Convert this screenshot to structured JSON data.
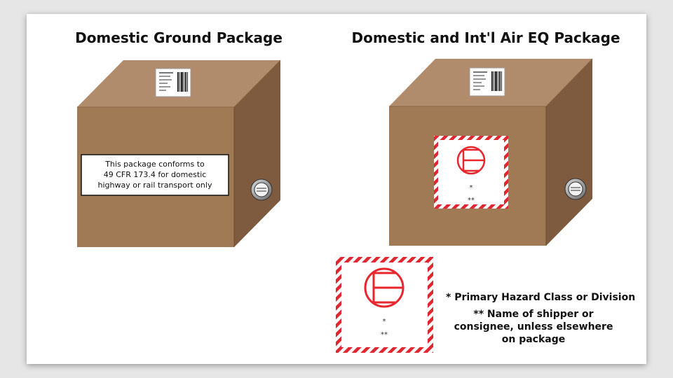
{
  "titles": {
    "ground": "Domestic Ground Package",
    "air": "Domestic and Int'l Air EQ Package"
  },
  "ground_label": {
    "line1": "This package conforms to",
    "line2": "49 CFR 173.4 for domestic",
    "line3": "highway or rail transport only"
  },
  "eq_mark": {
    "primary_marker": "*",
    "shipper_marker": "**"
  },
  "legend": {
    "primary": "* Primary Hazard Class or Division",
    "shipper": "** Name of shipper or consignee, unless elsewhere on package"
  },
  "colors": {
    "box_front": "#9f7a54",
    "box_top": "#b18c6c",
    "box_side": "#7e5a3e",
    "hatch_red": "#e0262f",
    "eq_symbol": "#e8262e"
  }
}
